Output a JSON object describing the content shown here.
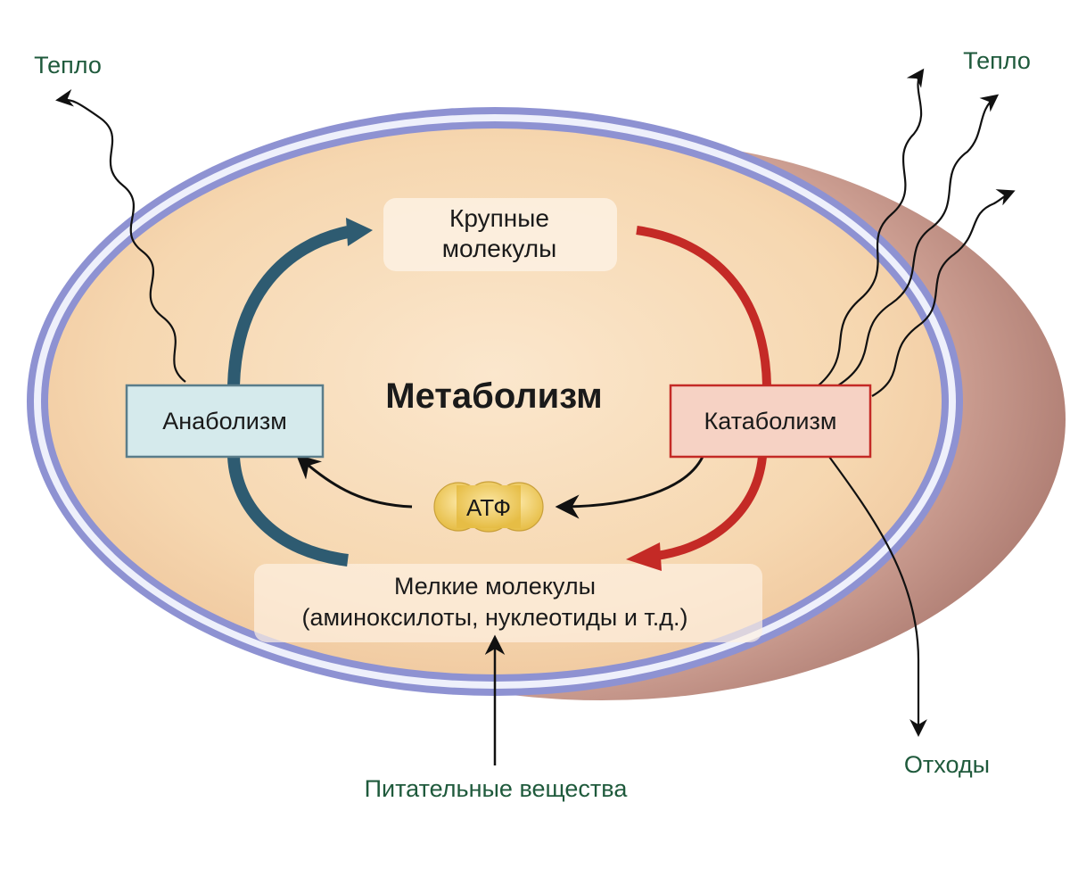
{
  "diagram": {
    "title": "Метаболизм",
    "large_molecules": {
      "line1": "Крупные",
      "line2": "молекулы"
    },
    "small_molecules": {
      "line1": "Мелкие молекулы",
      "line2": "(аминоксилоты, нуклеотиды и т.д.)"
    },
    "anabolism": "Анаболизм",
    "catabolism": "Катаболизм",
    "atp": "АТФ",
    "heat_left": "Тепло",
    "heat_right": "Тепло",
    "waste": "Отходы",
    "nutrients": "Питательные вещества"
  },
  "colors": {
    "cell_fill": "#f6d7b0",
    "cell_shadow": "#c99b8c",
    "membrane": "#8b8fd0",
    "anabolism_arrow": "#2e5b71",
    "catabolism_arrow": "#c42a26",
    "anabolism_box_fill": "#d5eaec",
    "anabolism_box_stroke": "#5a7d8a",
    "catabolism_box_fill": "#f6d2c4",
    "catabolism_box_stroke": "#c42a26",
    "atp_fill": "#f0cf63",
    "outer_label_text": "#1f5a3c"
  }
}
